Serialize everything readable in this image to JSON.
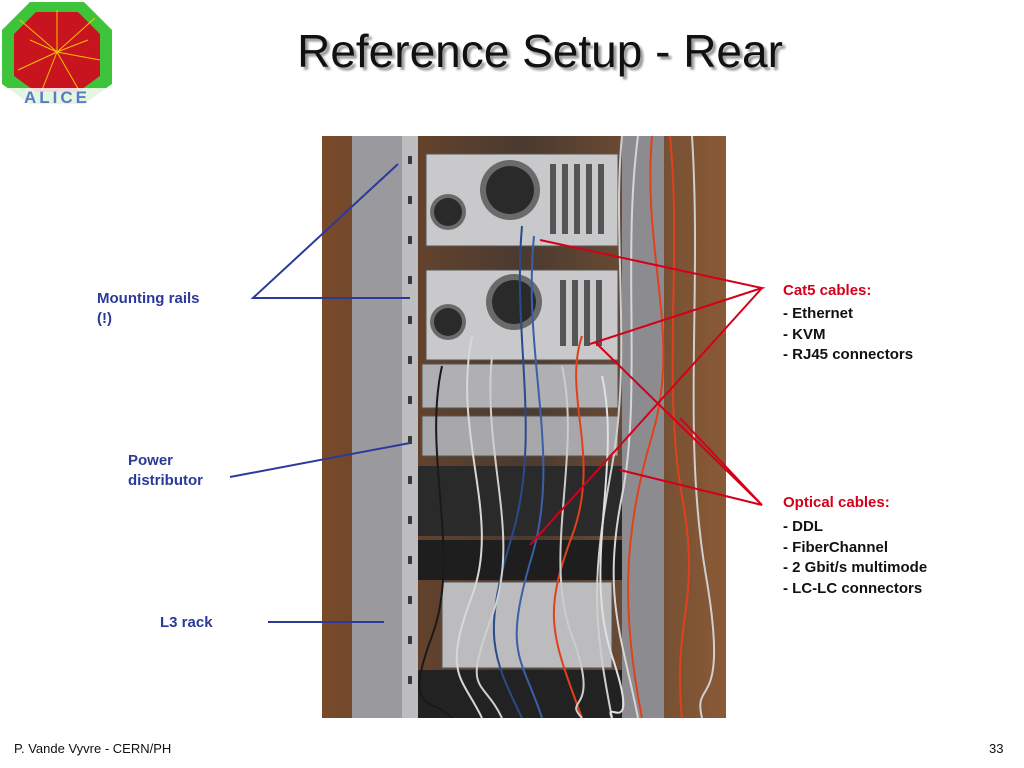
{
  "slide": {
    "title": "Reference Setup - Rear",
    "logo_text": "ALICE",
    "footer_left": "P. Vande Vyvre - CERN/PH",
    "page_number": "33"
  },
  "labels": {
    "mounting_rails": [
      "Mounting rails",
      "(!)"
    ],
    "power_distributor": [
      "Power",
      "distributor"
    ],
    "l3_rack": "L3 rack"
  },
  "cat5": {
    "heading": "Cat5 cables:",
    "items": [
      "- Ethernet",
      "- KVM",
      "- RJ45 connectors"
    ]
  },
  "optical": {
    "heading": "Optical cables:",
    "items": [
      "- DDL",
      "- FiberChannel",
      "- 2 Gbit/s multimode",
      "- LC-LC connectors"
    ]
  },
  "colors": {
    "blue_callout": "#2b3a9a",
    "red_callout": "#d4001a",
    "logo_green": "#3ec43a",
    "logo_red": "#c8141e"
  }
}
